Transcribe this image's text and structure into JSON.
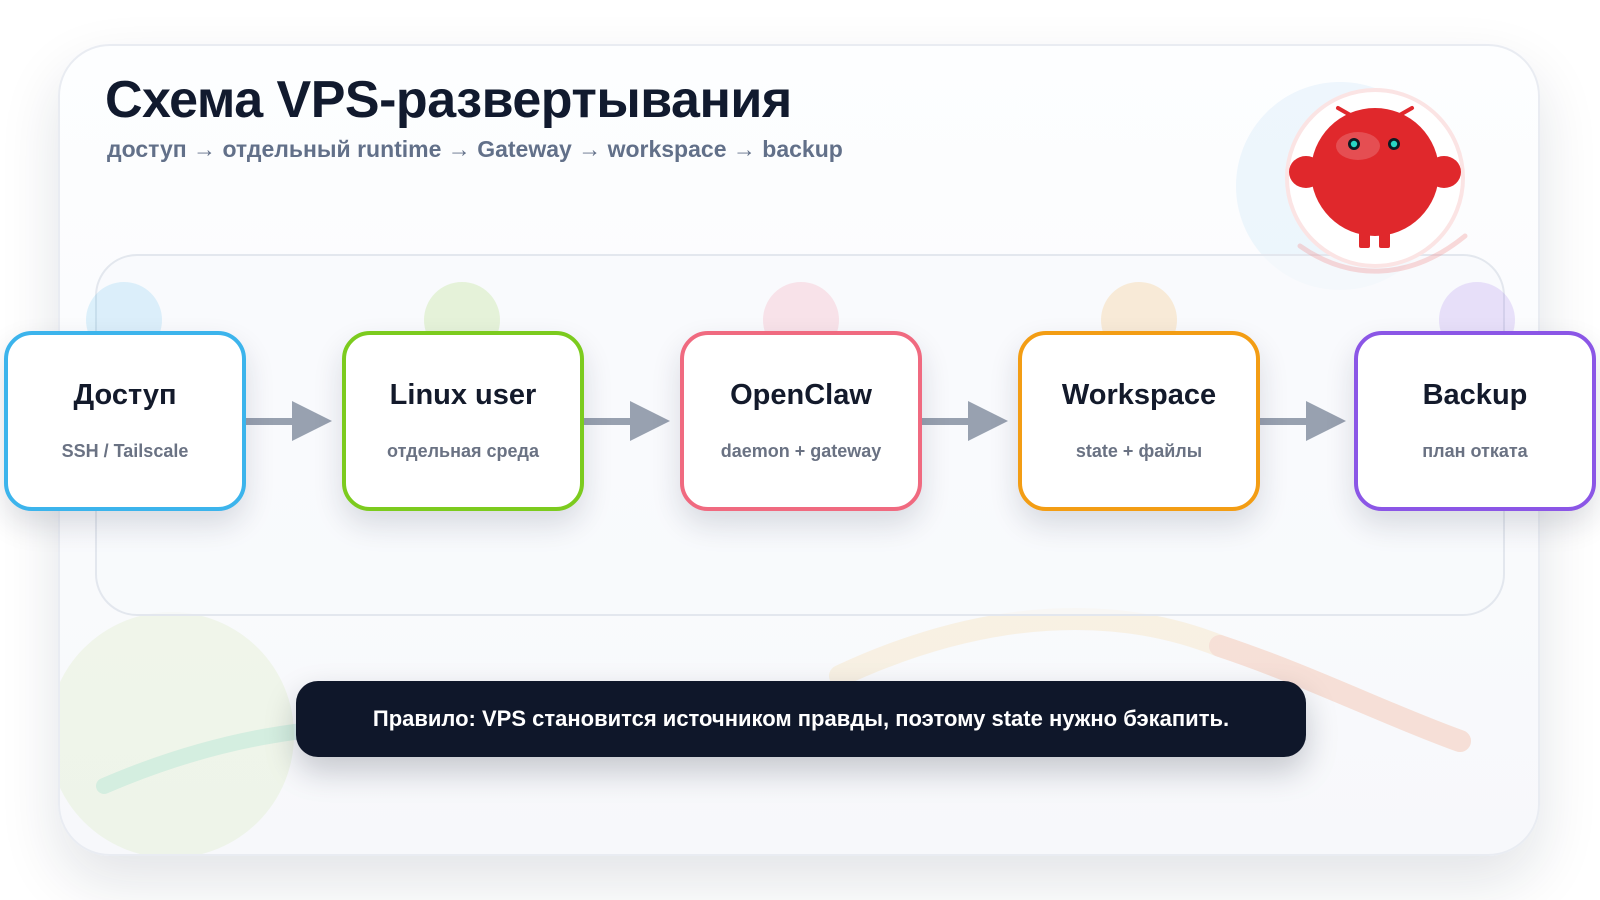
{
  "header": {
    "title": "Схема VPS-развертывания",
    "subtitle": "доступ → отдельный runtime → Gateway → workspace → backup"
  },
  "steps": [
    {
      "title": "Доступ",
      "subtitle": "SSH / Tailscale",
      "color": "#3cb4ec"
    },
    {
      "title": "Linux user",
      "subtitle": "отдельная среда",
      "color": "#7ccb1e"
    },
    {
      "title": "OpenClaw",
      "subtitle": "daemon + gateway",
      "color": "#f06a80"
    },
    {
      "title": "Workspace",
      "subtitle": "state + файлы",
      "color": "#f39d14"
    },
    {
      "title": "Backup",
      "subtitle": "план отката",
      "color": "#8b56e6"
    }
  ],
  "arrow_color": "#98a1b0",
  "rule": {
    "text": "Правило: VPS становится источником правды, поэтому state нужно бэкапить."
  },
  "mascot": {
    "icon": "robot-mascot-icon",
    "color": "#e0282c"
  }
}
